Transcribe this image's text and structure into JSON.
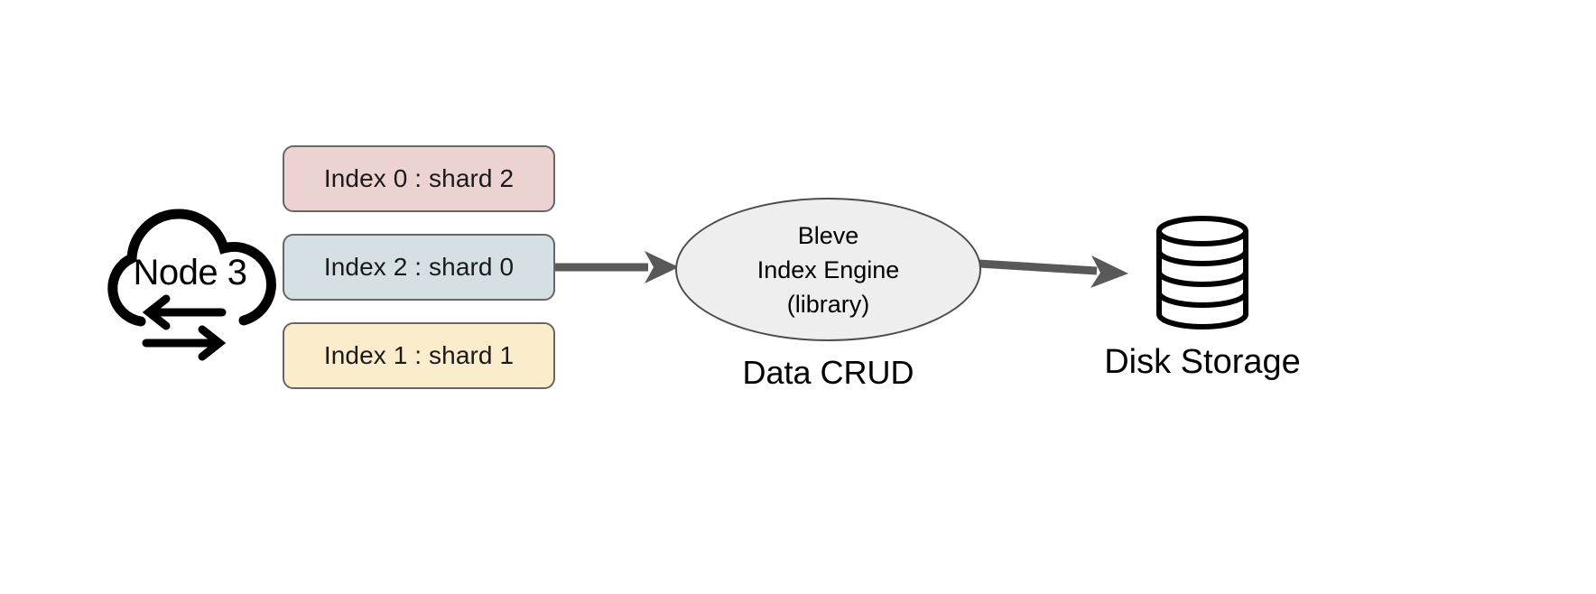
{
  "diagram": {
    "title": "Node shard to Bleve index engine to disk storage flow",
    "background": "#ffffff"
  },
  "node": {
    "icon": "cloud-icon",
    "label": "Node 3",
    "arrows_icon": "bidirectional-arrows-icon",
    "stroke_color": "#000000"
  },
  "index_boxes": [
    {
      "label": "Index 0 : shard 2",
      "fill": "#edd2d2",
      "border": "#666666",
      "name": "index-box-0"
    },
    {
      "label": "Index 2 : shard 0",
      "fill": "#d4e0e4",
      "border": "#666666",
      "name": "index-box-1"
    },
    {
      "label": "Index 1 : shard 1",
      "fill": "#fbeccb",
      "border": "#666666",
      "name": "index-box-2"
    }
  ],
  "engine": {
    "lines": [
      "Bleve",
      "Index Engine",
      "(library)"
    ],
    "fill": "#eeeeee",
    "border": "#4d4d4d",
    "caption": "Data CRUD"
  },
  "storage": {
    "icon": "database-cylinder-icon",
    "caption": "Disk Storage",
    "stroke_color": "#000000"
  },
  "connectors": [
    {
      "name": "arrow-index-to-engine",
      "from": "index-box-1",
      "to": "engine",
      "color": "#595959"
    },
    {
      "name": "arrow-engine-to-storage",
      "from": "engine",
      "to": "storage",
      "color": "#595959"
    }
  ]
}
